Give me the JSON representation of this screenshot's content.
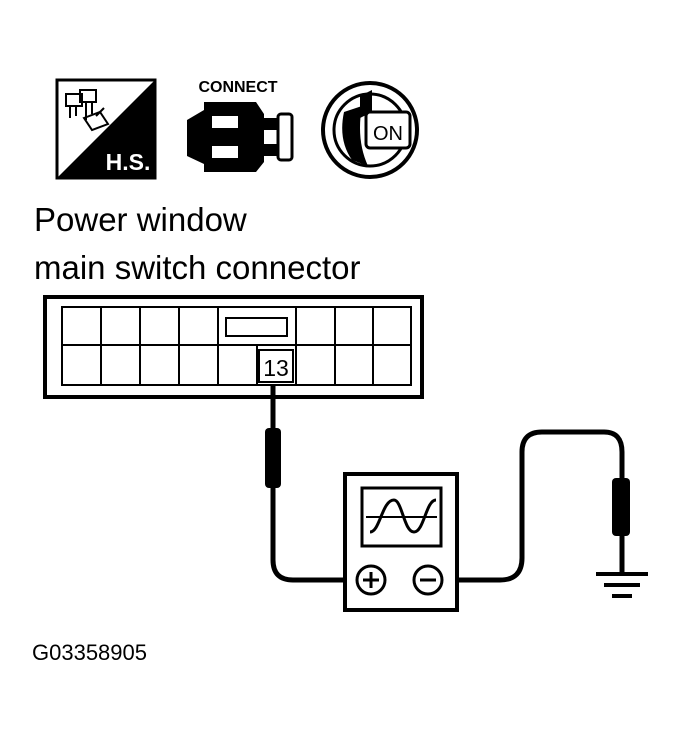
{
  "icons": {
    "harness_badge_text": "H.S.",
    "connect_label": "CONNECT",
    "ignition_text": "ON"
  },
  "connector": {
    "title_line1": "Power window",
    "title_line2": "main switch connector",
    "terminal": "13"
  },
  "oscilloscope": {
    "positive_symbol": "+",
    "negative_symbol": "−"
  },
  "figure_code": "G03358905",
  "colors": {
    "ink": "#000000",
    "paper": "#ffffff"
  }
}
